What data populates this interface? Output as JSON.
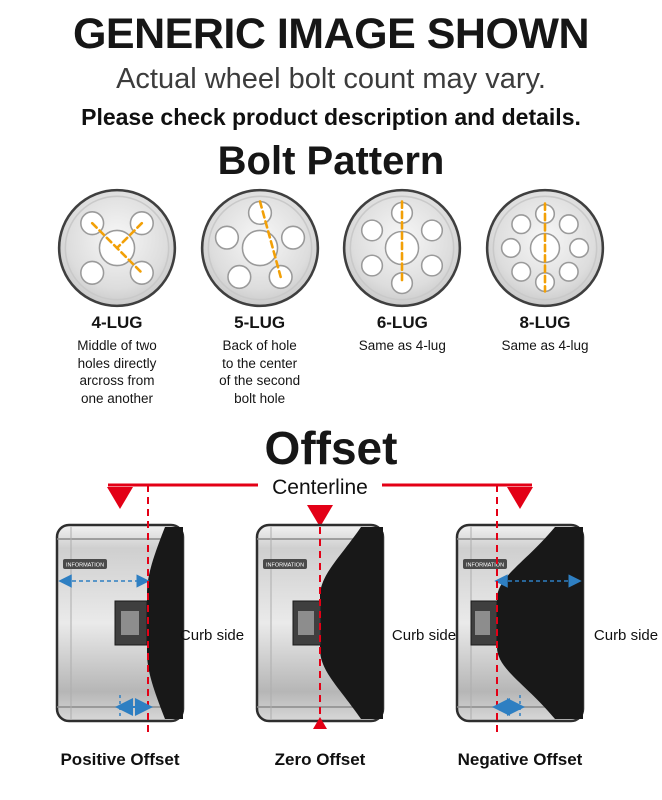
{
  "header": {
    "title": "GENERIC IMAGE SHOWN",
    "subtitle": "Actual wheel bolt count may vary.",
    "note": "Please check product description and details."
  },
  "bolt_pattern": {
    "title": "Bolt Pattern",
    "items": [
      {
        "label": "4-LUG",
        "description": "Middle of two\nholes directly\narcross from\none another"
      },
      {
        "label": "5-LUG",
        "description": "Back of hole\nto the center\nof the second\nbolt hole"
      },
      {
        "label": "6-LUG",
        "description": "Same as 4-lug"
      },
      {
        "label": "8-LUG",
        "description": "Same as 4-lug"
      }
    ]
  },
  "offset": {
    "title": "Offset",
    "centerline_label": "Centerline",
    "curb_side_label": "Curb side",
    "spec_label": "INFORMATION",
    "labels": [
      "Positive Offset",
      "Zero Offset",
      "Negative Offset"
    ],
    "colors": {
      "red": "#e30016",
      "blue": "#2e7fc2",
      "orange": "#f2a007"
    }
  }
}
